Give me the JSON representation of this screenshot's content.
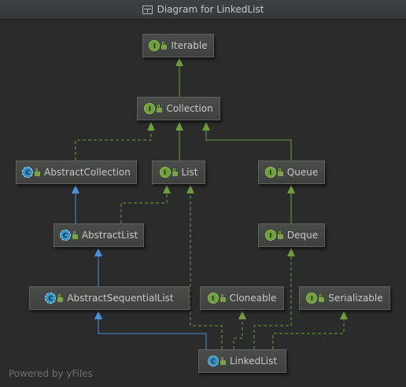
{
  "window": {
    "title": "Diagram for LinkedList"
  },
  "colors": {
    "background": "#2b2b2b",
    "implements_edge": "#6e9e3c",
    "extends_edge": "#4a90d9",
    "node_fill": "#454745",
    "node_text": "#c7c7c7"
  },
  "nodes": {
    "iterable": {
      "label": "Iterable",
      "kind": "interface"
    },
    "collection": {
      "label": "Collection",
      "kind": "interface"
    },
    "abstract_collection": {
      "label": "AbstractCollection",
      "kind": "abstract-class"
    },
    "list": {
      "label": "List",
      "kind": "interface"
    },
    "queue": {
      "label": "Queue",
      "kind": "interface"
    },
    "abstract_list": {
      "label": "AbstractList",
      "kind": "abstract-class"
    },
    "deque": {
      "label": "Deque",
      "kind": "interface"
    },
    "abstract_sequential_list": {
      "label": "AbstractSequentialList",
      "kind": "abstract-class"
    },
    "cloneable": {
      "label": "Cloneable",
      "kind": "interface"
    },
    "serializable": {
      "label": "Serializable",
      "kind": "interface"
    },
    "linked_list": {
      "label": "LinkedList",
      "kind": "class"
    }
  },
  "badges": {
    "interface": "I",
    "class": "C"
  },
  "footer": {
    "text": "Powered by yFiles"
  }
}
